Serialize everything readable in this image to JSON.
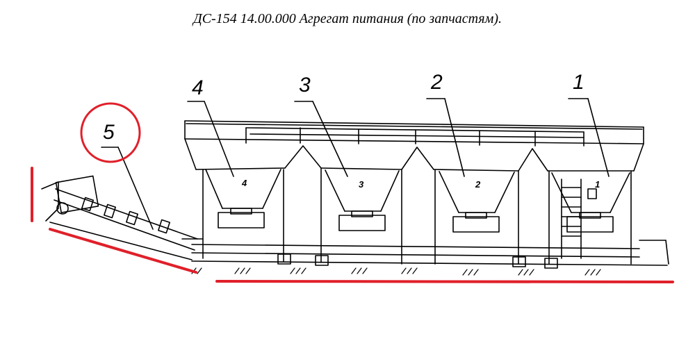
{
  "title": "ДС-154 14.00.000 Агрегат питания (по запчастям).",
  "callouts": [
    {
      "label": "1"
    },
    {
      "label": "2"
    },
    {
      "label": "3"
    },
    {
      "label": "4"
    },
    {
      "label": "5"
    }
  ],
  "hopper_labels": [
    {
      "label": "1"
    },
    {
      "label": "2"
    },
    {
      "label": "3"
    },
    {
      "label": "4"
    }
  ],
  "colors": {
    "drawing": "#000000",
    "highlight": "#e0202a"
  },
  "icons": [
    "feeder-unit-drawing"
  ]
}
